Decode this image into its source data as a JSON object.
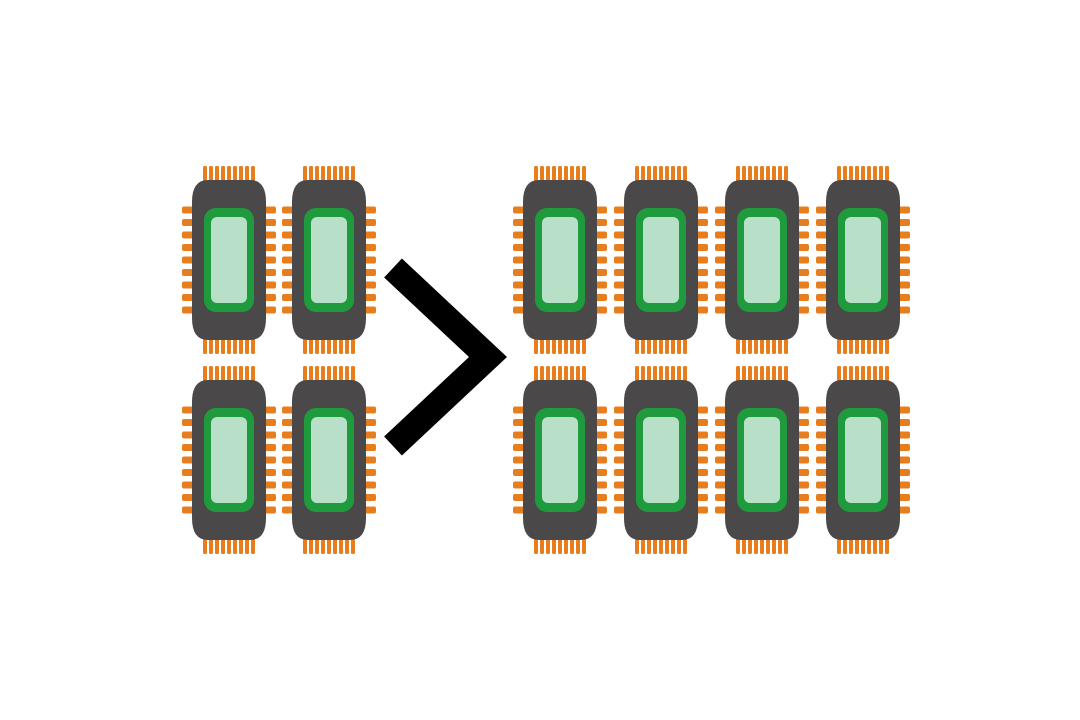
{
  "diagram": {
    "left_group": {
      "rows": 2,
      "cols": 2,
      "icon": "cpu-chip-icon"
    },
    "comparison": {
      "symbol": ">",
      "icon": "greater-than-icon"
    },
    "right_group": {
      "rows": 2,
      "cols": 4,
      "icon": "cpu-chip-icon"
    }
  },
  "colors": {
    "background": "#ffffff",
    "chip_body": "#4a4848",
    "chip_pins": "#e87d1e",
    "chip_frame": "#1f9a3d",
    "chip_core": "#b8dfc8",
    "symbol": "#000000"
  }
}
